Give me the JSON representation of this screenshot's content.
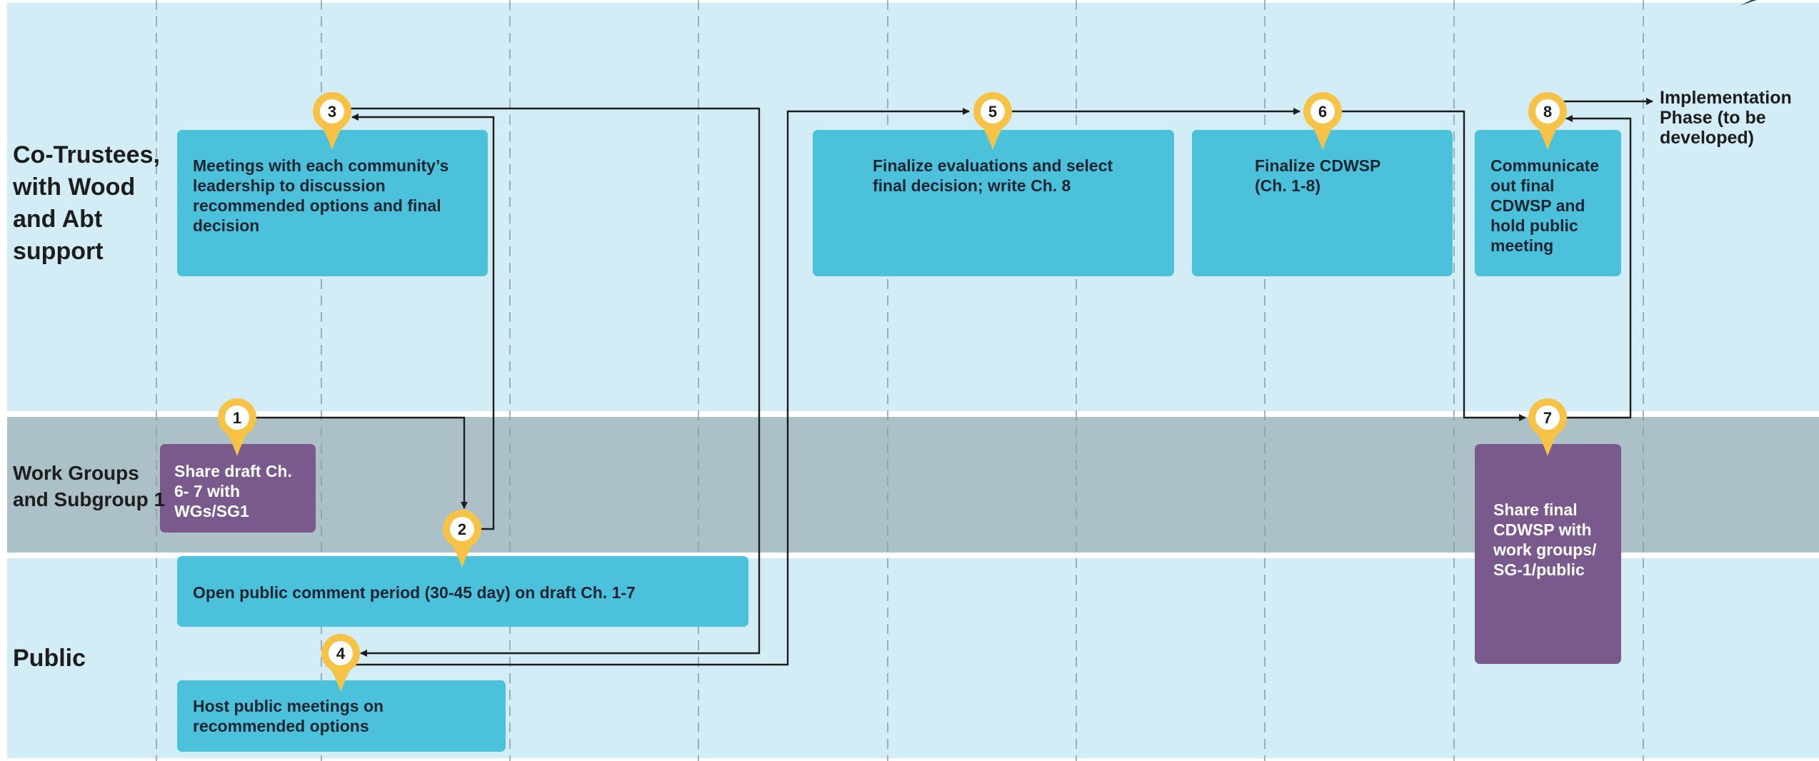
{
  "colors": {
    "lane_light": "#d2edf5",
    "lane_gray": "#abc0c7",
    "lane_border": "#ffffff",
    "box_cyan": "#4bc1dc",
    "box_purple": "#7a598d",
    "pin_yellow": "#f7c347",
    "arrow": "#1d1d1d",
    "gridline": "#8aa1a9"
  },
  "lanes": [
    {
      "id": "co-trustees",
      "label_lines": [
        "Co-Trustees,",
        "with Wood",
        "and Abt",
        "support"
      ]
    },
    {
      "id": "work-groups",
      "label_lines": [
        "Work Groups",
        "and Subgroup 1"
      ]
    },
    {
      "id": "public",
      "label_lines": [
        "Public"
      ]
    }
  ],
  "steps": [
    {
      "number": "1",
      "lines": [
        "Share draft Ch.",
        "6- 7 with",
        "WGs/SG1"
      ],
      "style": "purple",
      "lane": "work-groups"
    },
    {
      "number": "2",
      "lines": [
        "Open public comment period (30-45 day) on draft Ch. 1-7"
      ],
      "style": "cyan",
      "lane": "public"
    },
    {
      "number": "3",
      "lines": [
        "Meetings with each community’s",
        "leadership to discussion",
        "recommended options and final",
        "decision"
      ],
      "style": "cyan",
      "lane": "co-trustees"
    },
    {
      "number": "4",
      "lines": [
        "Host public meetings on",
        "recommended options"
      ],
      "style": "cyan",
      "lane": "public"
    },
    {
      "number": "5",
      "lines": [
        "Finalize evaluations and select",
        "final decision; write Ch. 8"
      ],
      "style": "cyan",
      "lane": "co-trustees"
    },
    {
      "number": "6",
      "lines": [
        "Finalize CDWSP",
        "(Ch. 1-8)"
      ],
      "style": "cyan",
      "lane": "co-trustees"
    },
    {
      "number": "7",
      "lines": [
        "Share final",
        "CDWSP with",
        "work groups/",
        "SG-1/public"
      ],
      "style": "purple",
      "lane": "work-groups"
    },
    {
      "number": "8",
      "lines": [
        "Communicate",
        "out final",
        "CDWSP and",
        "hold public",
        "meeting"
      ],
      "style": "cyan",
      "lane": "co-trustees"
    }
  ],
  "flow": [
    {
      "from": "1",
      "to": "2"
    },
    {
      "from": "2",
      "to": "3"
    },
    {
      "from": "3",
      "to": "4"
    },
    {
      "from": "4",
      "to": "5"
    },
    {
      "from": "5",
      "to": "6"
    },
    {
      "from": "6",
      "to": "7"
    },
    {
      "from": "7",
      "to": "8"
    },
    {
      "from": "8",
      "to": "implementation"
    }
  ],
  "implementation_phase": {
    "lines": [
      "Implementation",
      "Phase (to be",
      "developed)"
    ]
  }
}
